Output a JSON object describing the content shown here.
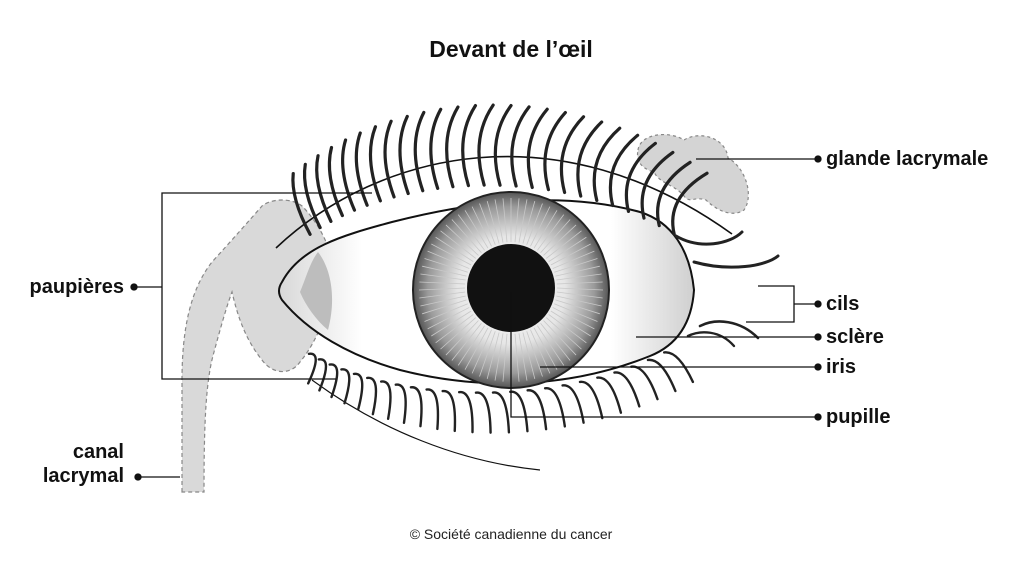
{
  "title": "Devant de l’œil",
  "credit": "© Société canadienne du cancer",
  "labels": {
    "glande": "glande lacrymale",
    "cils": "cils",
    "sclere": "sclère",
    "iris": "iris",
    "pupille": "pupille",
    "paupieres": "paupières",
    "canal_1": "canal",
    "canal_2": "lacrymal"
  },
  "colors": {
    "ink": "#111111",
    "gland": "#d4d4d4",
    "duct": "#d9d9d9",
    "pupil": "#111111"
  }
}
